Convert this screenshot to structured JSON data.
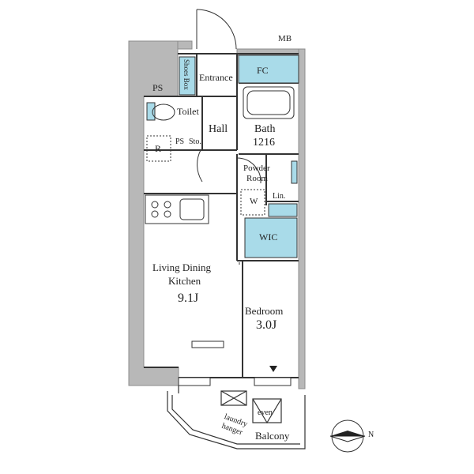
{
  "colors": {
    "wall": "#8c8c8c",
    "wall_fill": "#b8b8b8",
    "storage": "#a9dbe9",
    "line": "#333333",
    "background": "#ffffff"
  },
  "rooms": {
    "mb": "MB",
    "entrance": "Entrance",
    "shoes_box": "Shoes Box",
    "fc": "FC",
    "ps_top": "PS",
    "toilet": "Toilet",
    "hall": "Hall",
    "bath": "Bath",
    "bath_size": "1216",
    "refrigerator": "R",
    "ps_small": "PS",
    "sto": "Sto.",
    "powder_room_1": "Powder",
    "powder_room_2": "Room",
    "lin": "Lin.",
    "washer": "W",
    "wic": "WIC",
    "ldk_1": "Living Dining",
    "ldk_2": "Kitchen",
    "ldk_size": "9.1J",
    "bedroom": "Bedroom",
    "bedroom_size": "3.0J",
    "even": "even",
    "laundry_1": "laundry",
    "laundry_2": "hanger",
    "balcony": "Balcony"
  },
  "compass": {
    "label": "N"
  }
}
